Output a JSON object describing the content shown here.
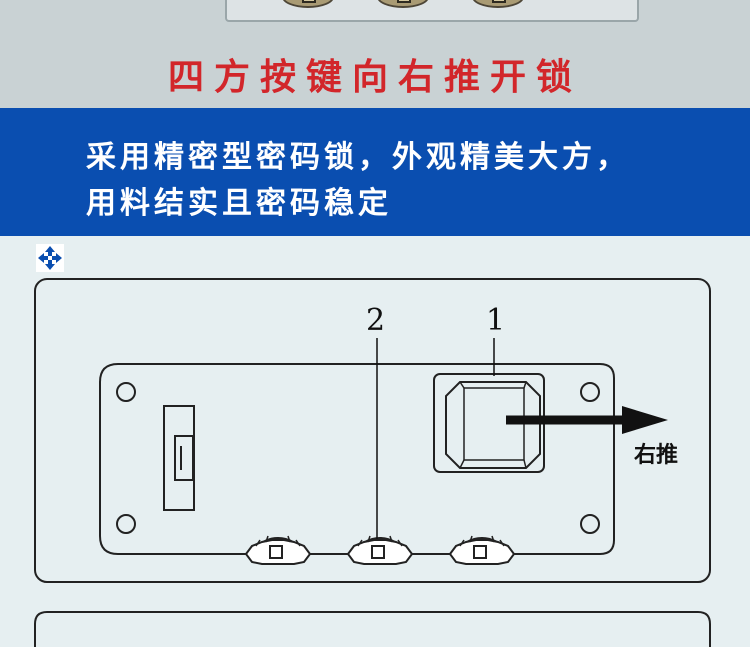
{
  "headline": "四方按键向右推开锁",
  "info": {
    "icon": "move-arrows-icon",
    "line1": "采用精密型密码锁，外观精美大方，",
    "line2": "用料结实且密码稳定"
  },
  "diagram": {
    "label_1": "1",
    "label_2": "2",
    "arrow_label": "右推"
  },
  "colors": {
    "headline": "#d2262a",
    "band": "#0a4eb0",
    "background": "#e6eff1"
  }
}
